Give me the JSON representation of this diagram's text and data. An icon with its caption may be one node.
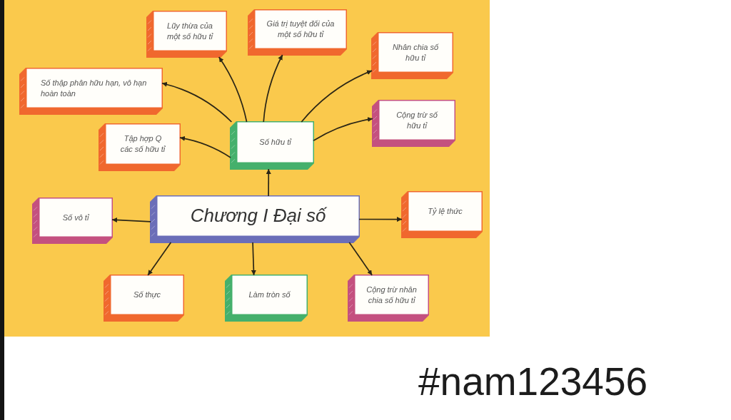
{
  "diagram": {
    "nodes": [
      {
        "text": [
          "Chương I Đại số"
        ]
      },
      {
        "text": [
          "Số hữu tỉ"
        ]
      },
      {
        "text": [
          "Lũy thừa của một số hữu tỉ"
        ]
      },
      {
        "text": [
          "Giá trị tuyệt đối của một số hữu tỉ"
        ]
      },
      {
        "text": [
          "Nhân chia số hữu tỉ"
        ]
      },
      {
        "text": [
          "Số thập phân hữu hạn, vô hạn hoàn toàn"
        ]
      },
      {
        "text": [
          "Cộng trừ số hữu tỉ"
        ]
      },
      {
        "text": [
          "Tập hợp Q các số hữu tỉ"
        ]
      },
      {
        "text": [
          "Số vô tỉ"
        ]
      },
      {
        "text": [
          "Tỷ lệ thức"
        ]
      },
      {
        "text": [
          "Số thực"
        ]
      },
      {
        "text": [
          "Làm tròn số"
        ]
      },
      {
        "text": [
          "Cộng trừ nhân chia số hữu tỉ"
        ]
      }
    ],
    "edges": [
      {
        "from": 0,
        "to": 1,
        "arrow": "to"
      },
      {
        "from": 1,
        "to": 2,
        "arrow": "to"
      },
      {
        "from": 1,
        "to": 3,
        "arrow": "to"
      },
      {
        "from": 1,
        "to": 4,
        "arrow": "to"
      },
      {
        "from": 1,
        "to": 5,
        "arrow": "to"
      },
      {
        "from": 1,
        "to": 6,
        "arrow": "to"
      },
      {
        "from": 1,
        "to": 7,
        "arrow": "to"
      },
      {
        "from": 0,
        "to": 8,
        "arrow": "to"
      },
      {
        "from": 0,
        "to": 9,
        "arrow": "to"
      },
      {
        "from": 0,
        "to": 10,
        "arrow": "to"
      },
      {
        "from": 0,
        "to": 11,
        "arrow": "to"
      },
      {
        "from": 0,
        "to": 12,
        "arrow": "to"
      }
    ],
    "labels": [
      "#nam123456"
    ]
  }
}
